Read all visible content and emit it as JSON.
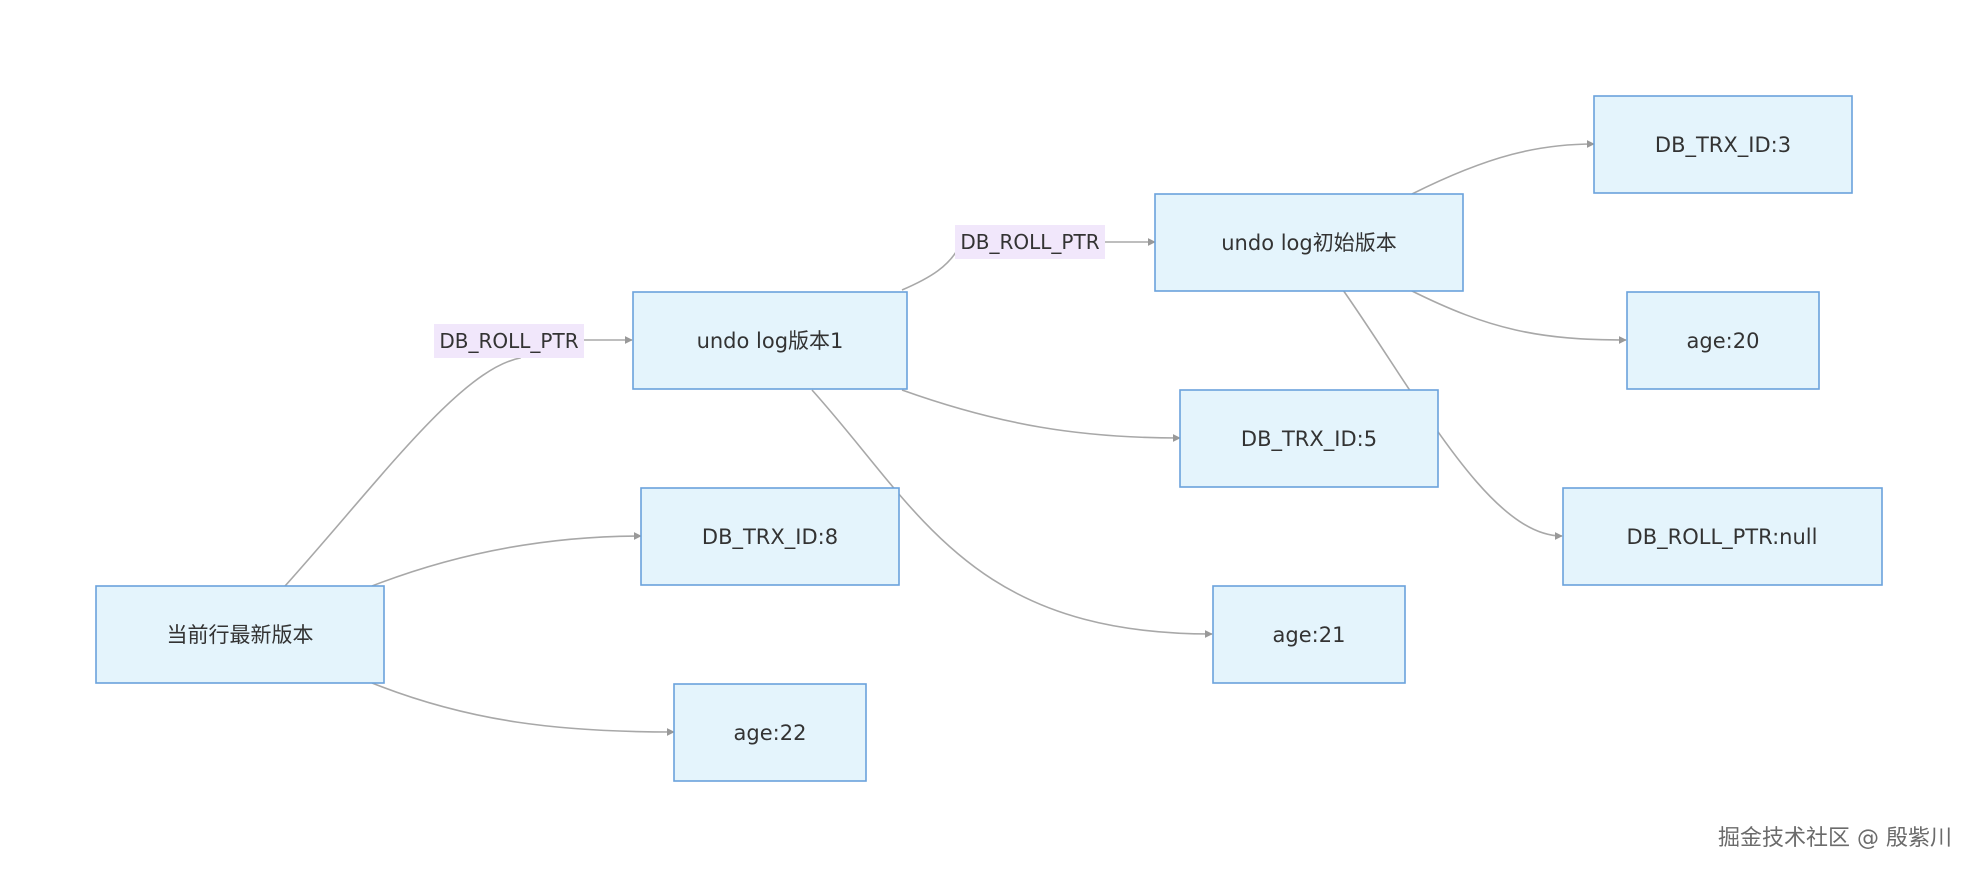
{
  "nodes": {
    "current_row": "当前行最新版本",
    "trx_8": "DB_TRX_ID:8",
    "age_22": "age:22",
    "undo_v1": "undo log版本1",
    "trx_5": "DB_TRX_ID:5",
    "age_21": "age:21",
    "undo_init": "undo log初始版本",
    "trx_3": "DB_TRX_ID:3",
    "age_20": "age:20",
    "roll_null": "DB_ROLL_PTR:null"
  },
  "edge_labels": {
    "current_to_v1": "DB_ROLL_PTR",
    "v1_to_init": "DB_ROLL_PTR"
  },
  "colors": {
    "node_fill": "#e4f4fc",
    "node_border": "#6aa2dc",
    "edge": "#a8a8a8",
    "edge_label_bg": "#f1e7fb",
    "text": "#333333"
  },
  "watermark": "掘金技术社区 @ 殷紫川"
}
